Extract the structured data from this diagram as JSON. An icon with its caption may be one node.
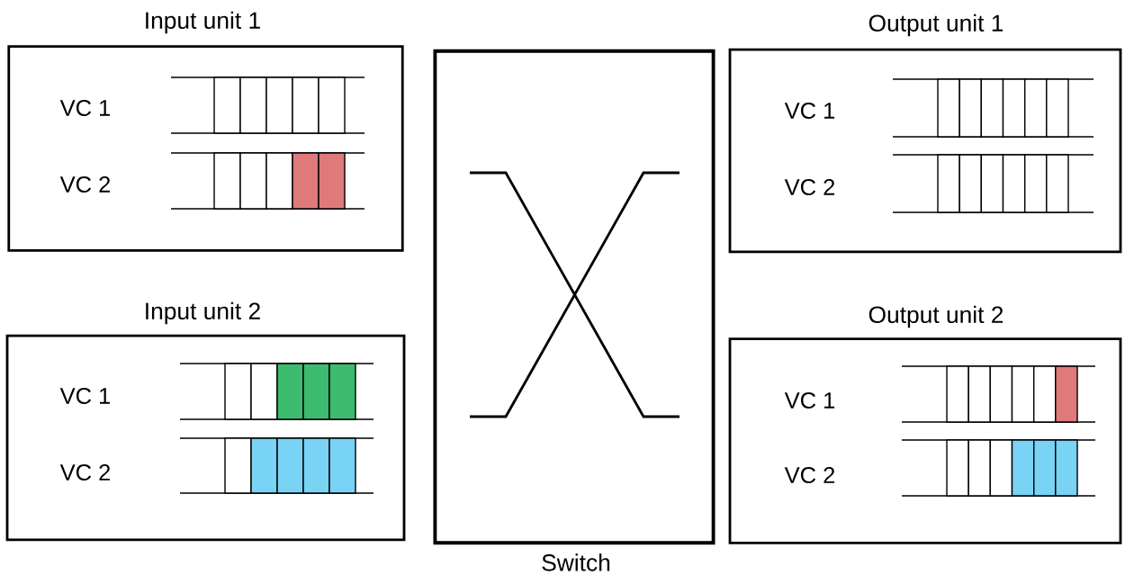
{
  "diagram": {
    "nodes": [
      {
        "text": [
          "Input unit 1"
        ]
      },
      {
        "text": [
          "Input unit 2"
        ]
      },
      {
        "text": [
          "Switch"
        ]
      },
      {
        "text": [
          "Output unit 1"
        ]
      },
      {
        "text": [
          "Output unit 2"
        ]
      }
    ],
    "labels": [
      "VC 1",
      "VC 2",
      "VC 1",
      "VC 2",
      "VC 1",
      "VC 2",
      "VC 1",
      "VC 2"
    ]
  }
}
